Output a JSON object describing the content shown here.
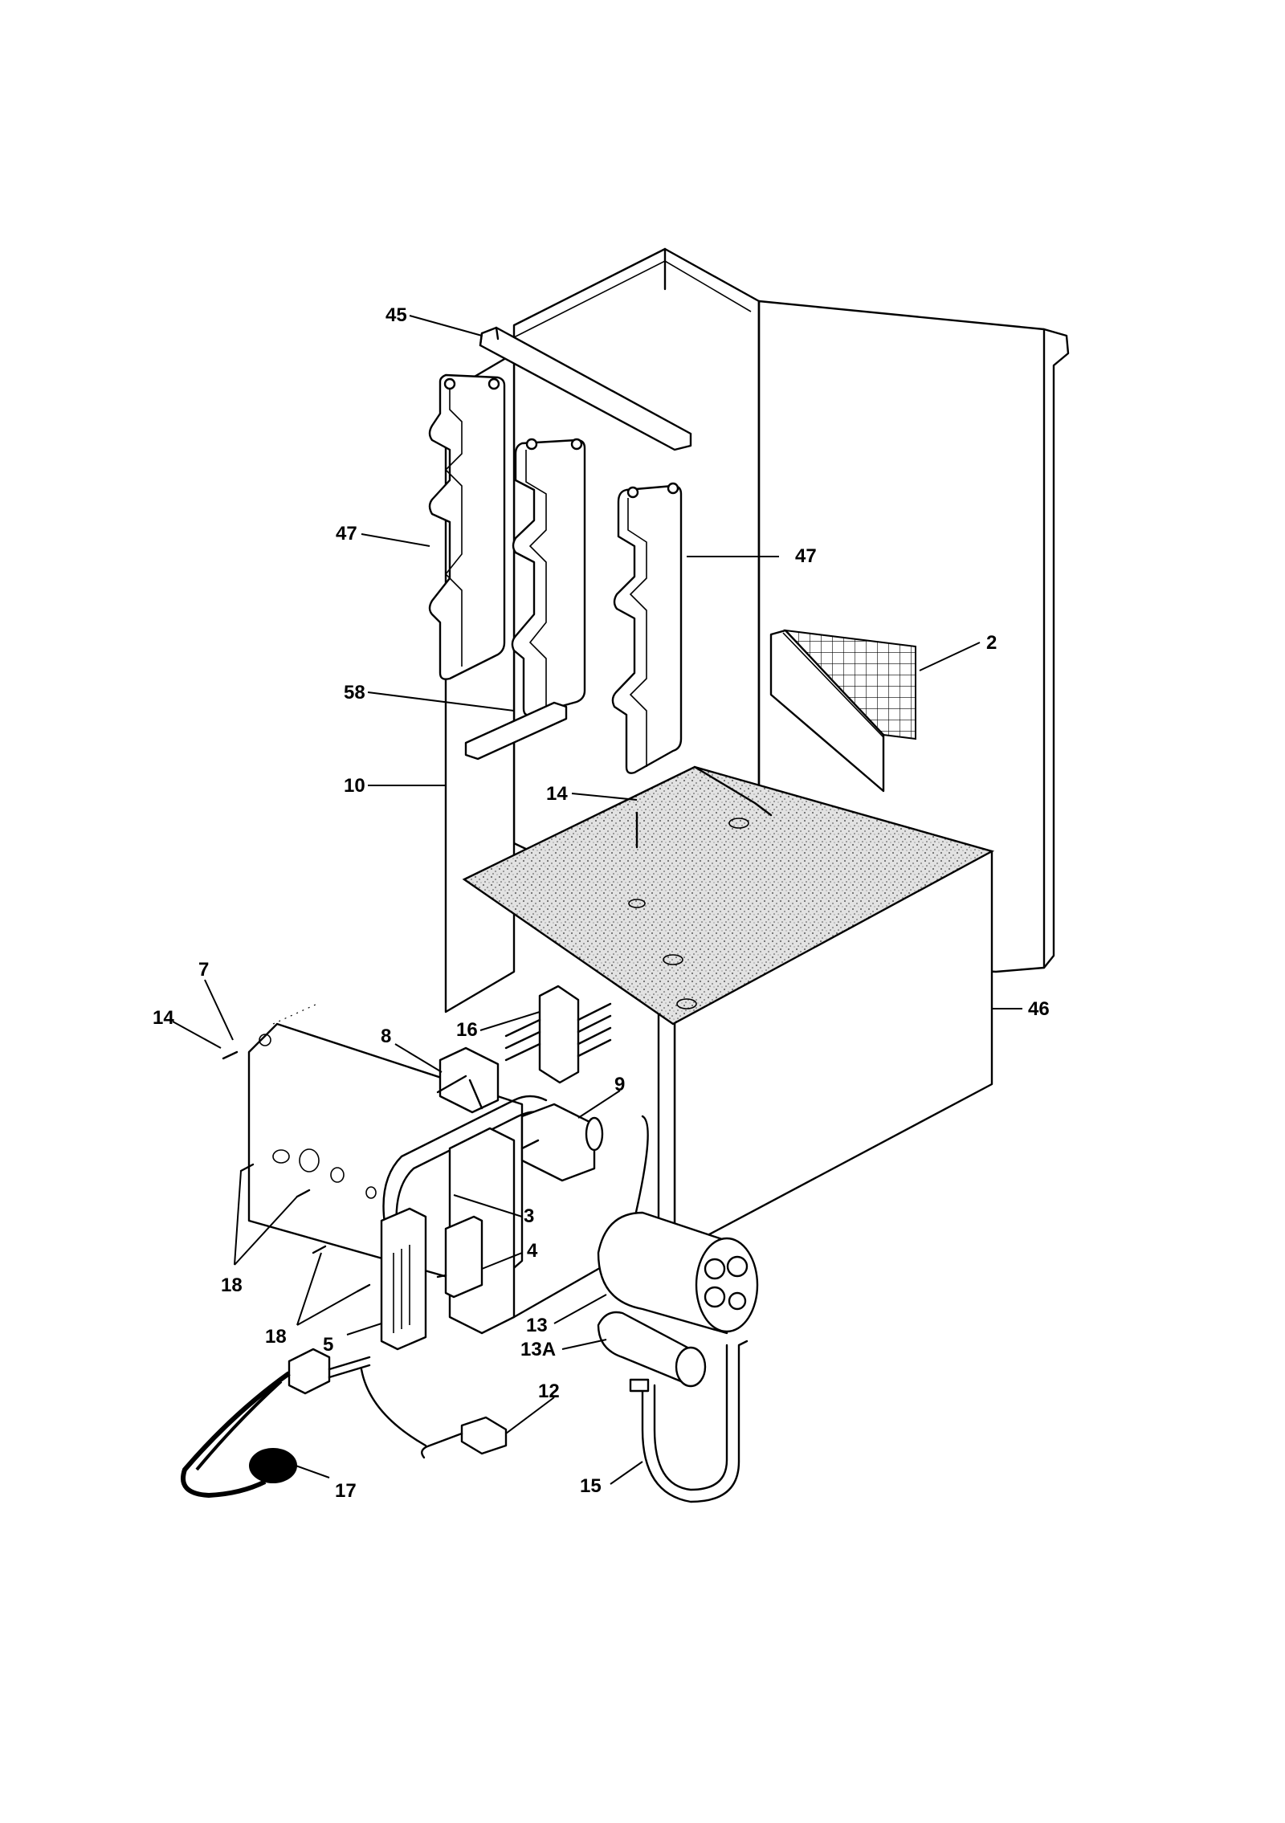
{
  "callouts": [
    {
      "key": "c45",
      "text": "45"
    },
    {
      "key": "c47a",
      "text": "47"
    },
    {
      "key": "c47b",
      "text": "47"
    },
    {
      "key": "c2",
      "text": "2"
    },
    {
      "key": "c58",
      "text": "58"
    },
    {
      "key": "c10",
      "text": "10"
    },
    {
      "key": "c14a",
      "text": "14"
    },
    {
      "key": "c46",
      "text": "46"
    },
    {
      "key": "c7",
      "text": "7"
    },
    {
      "key": "c14b",
      "text": "14"
    },
    {
      "key": "c16",
      "text": "16"
    },
    {
      "key": "c8",
      "text": "8"
    },
    {
      "key": "c9",
      "text": "9"
    },
    {
      "key": "c3",
      "text": "3"
    },
    {
      "key": "c4",
      "text": "4"
    },
    {
      "key": "c18a",
      "text": "18"
    },
    {
      "key": "c18b",
      "text": "18"
    },
    {
      "key": "c5",
      "text": "5"
    },
    {
      "key": "c13",
      "text": "13"
    },
    {
      "key": "c13a",
      "text": "13A"
    },
    {
      "key": "c12",
      "text": "12"
    },
    {
      "key": "c17",
      "text": "17"
    },
    {
      "key": "c15",
      "text": "15"
    }
  ]
}
